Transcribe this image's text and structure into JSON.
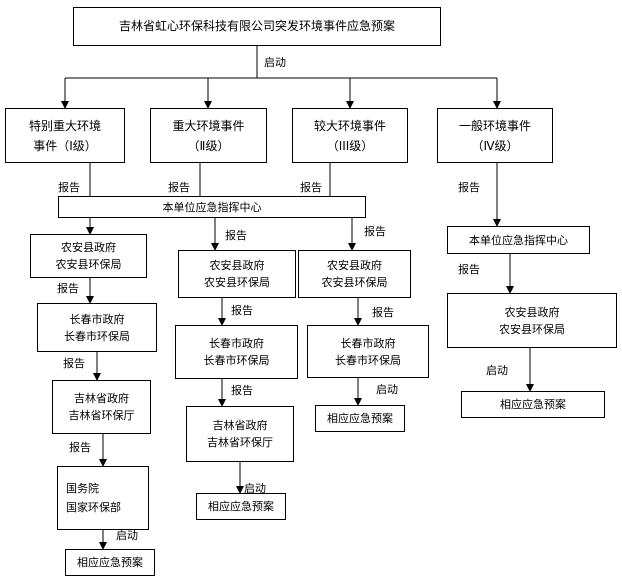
{
  "diagram": {
    "title": "吉林省虹心环保科技有限公司突发环境事件应急预案",
    "levels": [
      {
        "line1": "特别重大环境",
        "line2": "事件（Ⅰ级）"
      },
      {
        "line1": "重大环境事件",
        "line2": "（Ⅱ级）"
      },
      {
        "line1": "较大环境事件",
        "line2": "（III级）"
      },
      {
        "line1": "一般环境事件",
        "line2": "（Ⅳ级）"
      }
    ],
    "center": "本单位应急指挥中心",
    "county": {
      "line1": "农安县政府",
      "line2": "农安县环保局"
    },
    "city": {
      "line1": "长春市政府",
      "line2": "长春市环保局"
    },
    "province": {
      "line1": "吉林省政府",
      "line2": "吉林省环保厅"
    },
    "national": {
      "line1": "国务院",
      "line2": "国家环保部"
    },
    "plan": "相应应急预案",
    "labels": {
      "start": "启动",
      "report": "报告"
    }
  }
}
